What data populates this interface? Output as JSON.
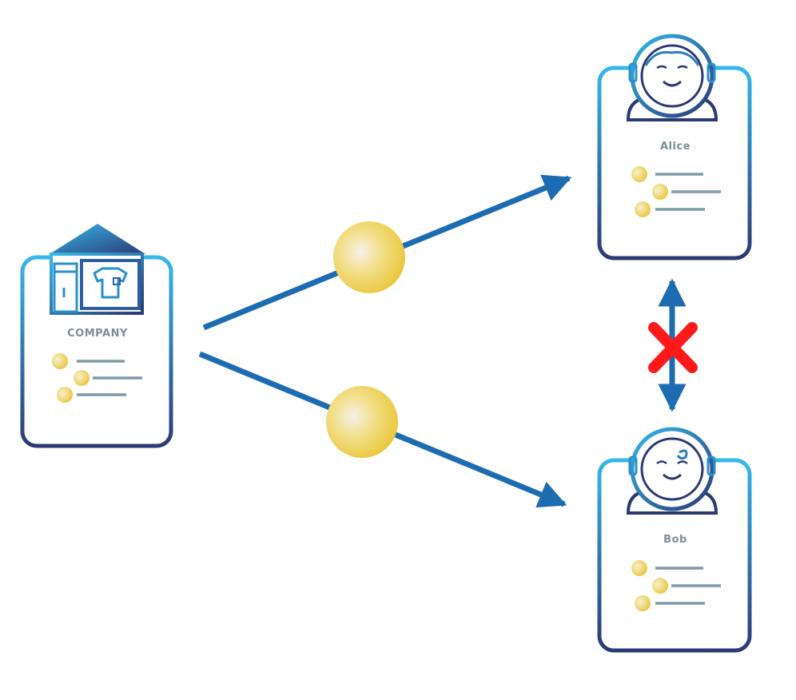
{
  "company": {
    "label": "COMPANY"
  },
  "users": [
    {
      "name": "Alice"
    },
    {
      "name": "Bob"
    }
  ],
  "relations": {
    "company_to_alice": "arrow-with-token",
    "company_to_bob": "arrow-with-token",
    "alice_bob": "blocked"
  },
  "colors": {
    "arrow": "#1d6bb0",
    "token": "#f0d24a",
    "card_top": "#35b8ea",
    "card_bottom": "#2c3a73",
    "list_line": "#7e9aa6",
    "blocked": "#ff1a1a"
  }
}
